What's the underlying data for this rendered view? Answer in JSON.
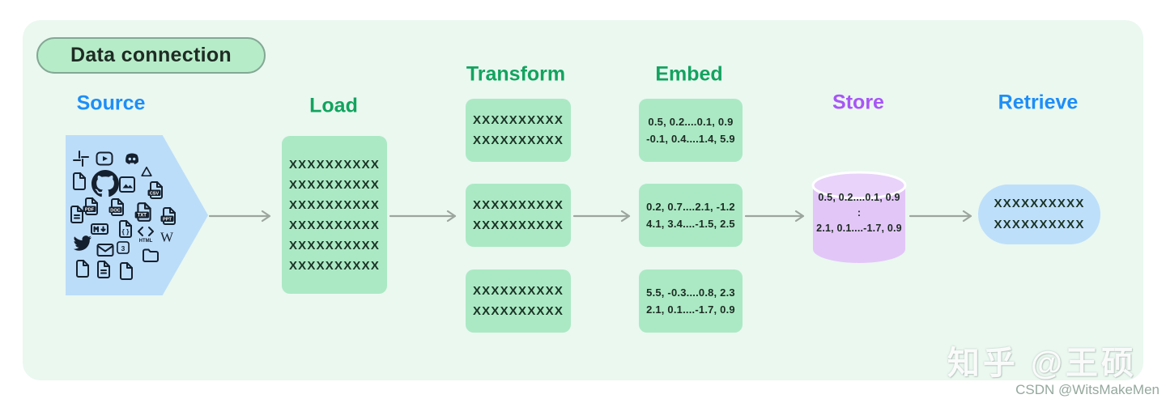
{
  "page": {
    "badge": "Data connection",
    "watermark_zhihu": "知乎 @王硕",
    "watermark_csdn": "CSDN @WitsMakeMen"
  },
  "colors": {
    "frame_bg": "#EAF8F0",
    "badge_bg": "#B7ECC9",
    "badge_border": "#84A894",
    "heading_blue": "#1E8EF7",
    "heading_green": "#13A35F",
    "heading_purple": "#A855F7",
    "source_shape": "#BCDDF9",
    "stage_box": "#ABE9C4",
    "cylinder": "#E3C6F8",
    "retrieve_box": "#BEDFFA",
    "arrow": "#9CA59E"
  },
  "stages": {
    "source": {
      "label": "Source",
      "icons": [
        "slack",
        "youtube",
        "discord",
        "file",
        "github",
        "image",
        "google-drive",
        "csv-file",
        "file-text",
        "pdf-file",
        "doc-file",
        "txt-file",
        "ppt-file",
        "markdown-file",
        "json-file",
        "html-code",
        "wikipedia",
        "twitter",
        "email",
        "css3",
        "folder",
        "file",
        "file-text",
        "file"
      ]
    },
    "load": {
      "label": "Load",
      "lines": [
        "XXXXXXXXXX",
        "XXXXXXXXXX",
        "XXXXXXXXXX",
        "XXXXXXXXXX",
        "XXXXXXXXXX",
        "XXXXXXXXXX"
      ]
    },
    "transform": {
      "label": "Transform",
      "boxes": [
        [
          "XXXXXXXXXX",
          "XXXXXXXXXX"
        ],
        [
          "XXXXXXXXXX",
          "XXXXXXXXXX"
        ],
        [
          "XXXXXXXXXX",
          "XXXXXXXXXX"
        ]
      ]
    },
    "embed": {
      "label": "Embed",
      "boxes": [
        [
          "0.5, 0.2....0.1, 0.9",
          "-0.1, 0.4....1.4, 5.9"
        ],
        [
          "0.2, 0.7....2.1, -1.2",
          "4.1, 3.4....-1.5, 2.5"
        ],
        [
          "5.5, -0.3....0.8, 2.3",
          "2.1, 0.1....-1.7, 0.9"
        ]
      ]
    },
    "store": {
      "label": "Store",
      "lines": [
        "0.5, 0.2....0.1, 0.9",
        ":",
        "2.1, 0.1....-1.7, 0.9"
      ]
    },
    "retrieve": {
      "label": "Retrieve",
      "lines": [
        "XXXXXXXXXX",
        "XXXXXXXXXX"
      ]
    }
  }
}
